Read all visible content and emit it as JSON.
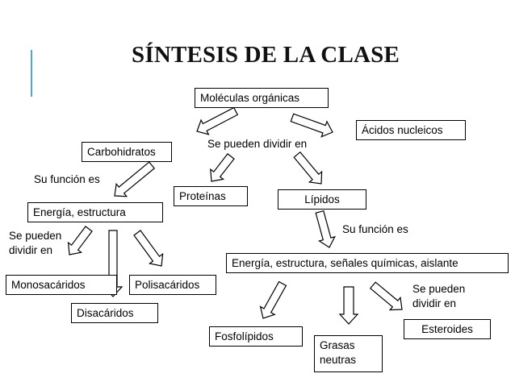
{
  "title": "SÍNTESIS DE LA CLASE",
  "colors": {
    "accent": "#4bacc6",
    "stroke": "#000000"
  },
  "nodes": {
    "moleculas": "Moléculas orgánicas",
    "acidos": "Ácidos nucleicos",
    "carbohidratos": "Carbohidratos",
    "proteinas": "Proteínas",
    "lipidos": "Lípidos",
    "energia_estructura": "Energía, estructura",
    "energia_lipidos": "Energía, estructura, señales químicas, aislante",
    "monosacaridos": "Monosacáridos",
    "polisacaridos": "Polisacáridos",
    "disacaridos": "Disacáridos",
    "fosfolipidos": "Fosfolípidos",
    "grasas_line1": "Grasas",
    "grasas_line2": "neutras",
    "esteroides": "Esteroides"
  },
  "labels": {
    "dividir_center": "Se pueden dividir en",
    "funcion_left": "Su función es",
    "funcion_right": "Su función es",
    "dividir_left_line1": "Se pueden",
    "dividir_left_line2": "dividir en",
    "dividir_right_line1": "Se pueden",
    "dividir_right_line2": "dividir en"
  }
}
